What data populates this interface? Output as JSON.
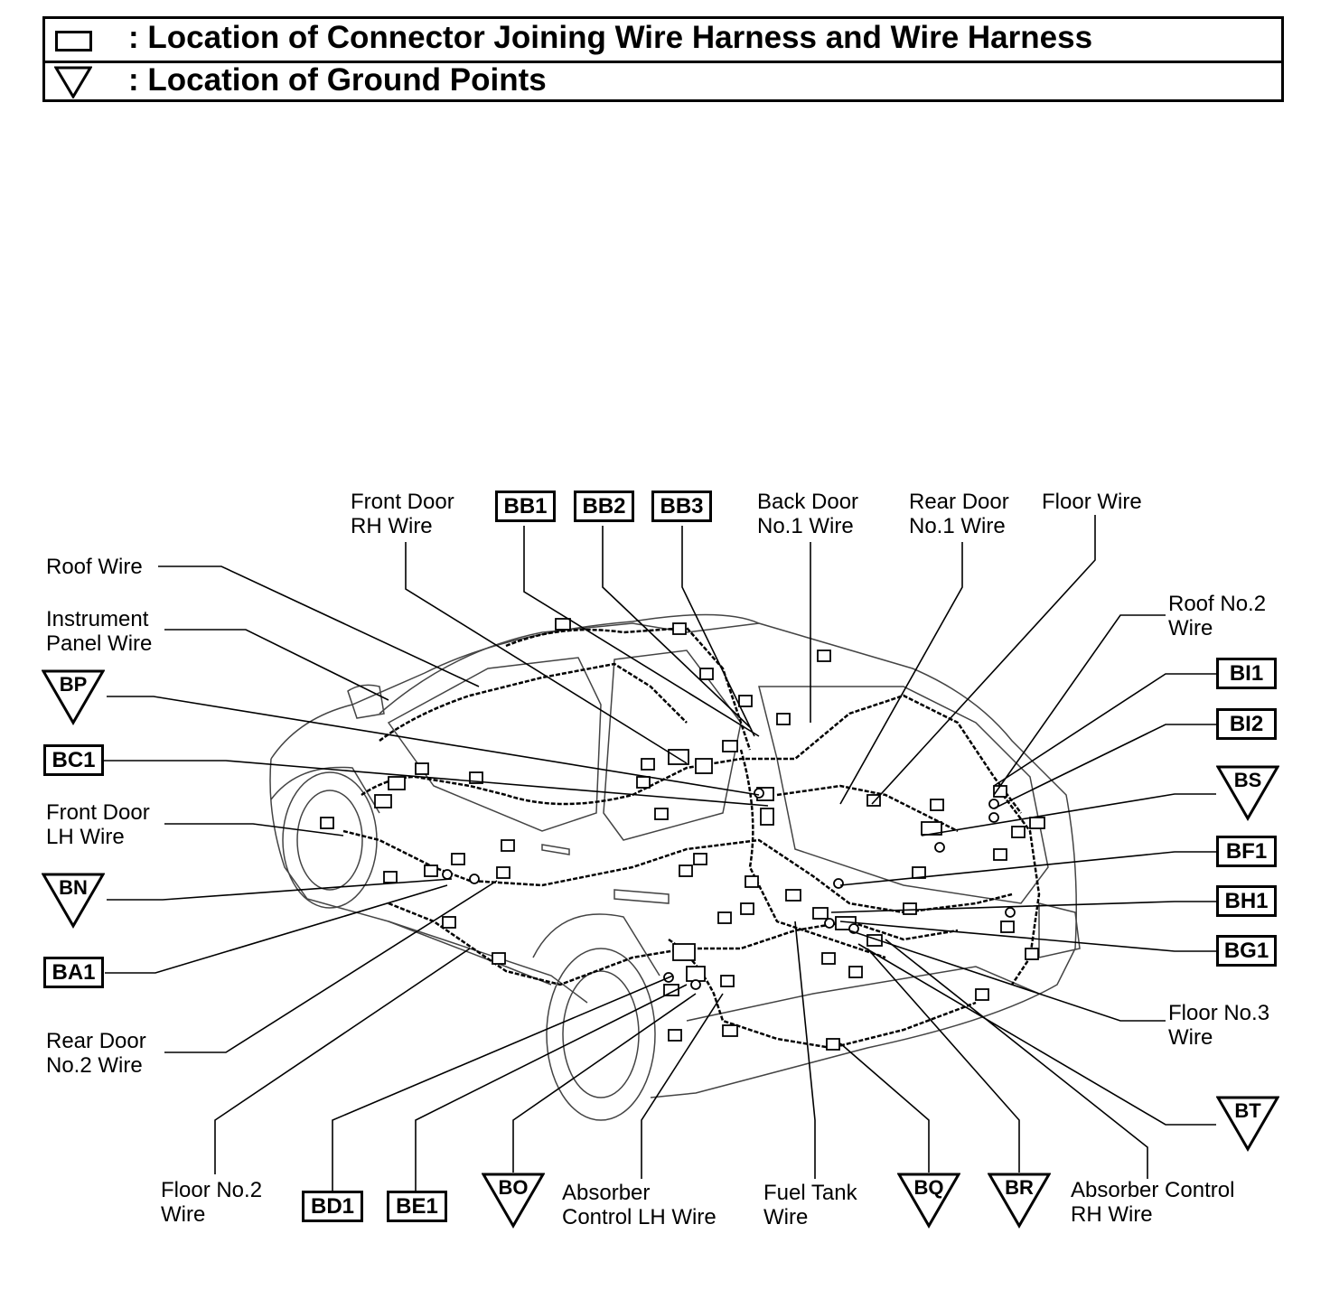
{
  "legend": {
    "connector_text": ": Location of Connector Joining Wire Harness and Wire Harness",
    "ground_text": ": Location of Ground Points"
  },
  "wire_labels": {
    "front_door_rh": "Front Door\nRH Wire",
    "back_door_no1": "Back Door\nNo.1 Wire",
    "rear_door_no1": "Rear Door\nNo.1 Wire",
    "floor": "Floor Wire",
    "roof": "Roof Wire",
    "instrument_panel": "Instrument\nPanel Wire",
    "roof_no2": "Roof No.2\nWire",
    "front_door_lh": "Front Door\nLH Wire",
    "rear_door_no2": "Rear Door\nNo.2 Wire",
    "floor_no3": "Floor No.3\nWire",
    "floor_no2": "Floor No.2\nWire",
    "absorber_lh": "Absorber\nControl LH Wire",
    "fuel_tank": "Fuel Tank\nWire",
    "absorber_rh": "Absorber Control\nRH Wire"
  },
  "connectors": {
    "bb1": "BB1",
    "bb2": "BB2",
    "bb3": "BB3",
    "bc1": "BC1",
    "ba1": "BA1",
    "bi1": "BI1",
    "bi2": "BI2",
    "bf1": "BF1",
    "bh1": "BH1",
    "bg1": "BG1",
    "bd1": "BD1",
    "be1": "BE1"
  },
  "grounds": {
    "bp": "BP",
    "bn": "BN",
    "bs": "BS",
    "bt": "BT",
    "bo": "BO",
    "bq": "BQ",
    "br": "BR"
  }
}
